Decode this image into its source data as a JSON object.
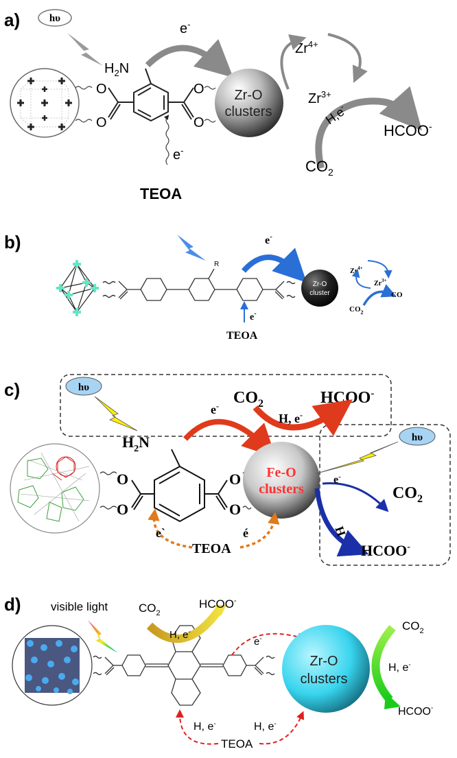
{
  "panels": {
    "a": {
      "label": "a)",
      "light": "hυ",
      "amine": "H",
      "amine_sub": "2",
      "amine_n": "N",
      "carboxyl_o": "O",
      "electron": "e",
      "electron_sup": "-",
      "cluster_line1": "Zr-O",
      "cluster_line2": "clusters",
      "zr4": "Zr",
      "zr4_sup": "4+",
      "zr3": "Zr",
      "zr3_sup": "3+",
      "h_e": "H,e",
      "h_e_sup": "-",
      "product": "HCOO",
      "product_sup": "-",
      "co2": "CO",
      "co2_sub": "2",
      "donor": "TEOA"
    },
    "b": {
      "label": "b)",
      "substituent": "R",
      "electron": "e",
      "electron_sup": "-",
      "cluster_line1": "Zr-O",
      "cluster_line2": "cluster",
      "zr4": "Zr",
      "zr4_sup": "4+",
      "zr3": "Zr",
      "zr3_sup": "3+",
      "co2": "CO",
      "co2_sub": "2",
      "product": "CO",
      "donor": "TEOA"
    },
    "c": {
      "label": "c)",
      "light": "hυ",
      "light2": "hυ",
      "co2_top": "CO",
      "co2_top_sub": "2",
      "product_top": "HCOO",
      "product_top_sup": "-",
      "electron": "e",
      "electron_sup": "-",
      "h_e": "H, e",
      "h_e_sup": "-",
      "amine": "H",
      "amine_sub": "2",
      "amine_n": "N",
      "carboxyl_o": "O",
      "cluster_line1": "Fe-O",
      "cluster_line2": "clusters",
      "co2_right": "CO",
      "co2_right_sub": "2",
      "h_side": "H",
      "product_right": "HCOO",
      "product_right_sup": "-",
      "electron_left": "e`",
      "electron_right": "é",
      "donor": "TEOA"
    },
    "d": {
      "label": "d)",
      "light": "visible light",
      "co2_top": "CO",
      "co2_top_sub": "2",
      "product_top": "HCOO",
      "product_top_sup": "-",
      "h_e": "H, e",
      "h_e_sup": "-",
      "electron": "e",
      "electron_sup": "-",
      "cluster_line1": "Zr-O",
      "cluster_line2": "clusters",
      "co2_right": "CO",
      "co2_right_sub": "2",
      "h_e_right": "H, e",
      "h_e_right_sup": "-",
      "product_right": "HCOO",
      "product_right_sup": "-",
      "h_e_left": "H, e",
      "h_e_left_sup": "-",
      "h_e_mid": "H, e",
      "h_e_mid_sup": "-",
      "donor": "TEOA"
    }
  },
  "colors": {
    "grey_arrow": "#8a8a8a",
    "blue_arrow": "#2a6fd6",
    "orange_dash": "#e07a1a",
    "red_arrow": "#e03a1c",
    "navy_arrow": "#1a2fa8",
    "yellow_bolt": "#ffee00",
    "red_dash": "#e02020",
    "green_arrow": "#44dd22",
    "gold_arrow": "#d8b020",
    "cyan_sphere": "#3ad8f0",
    "fe_text": "#ff3030"
  }
}
